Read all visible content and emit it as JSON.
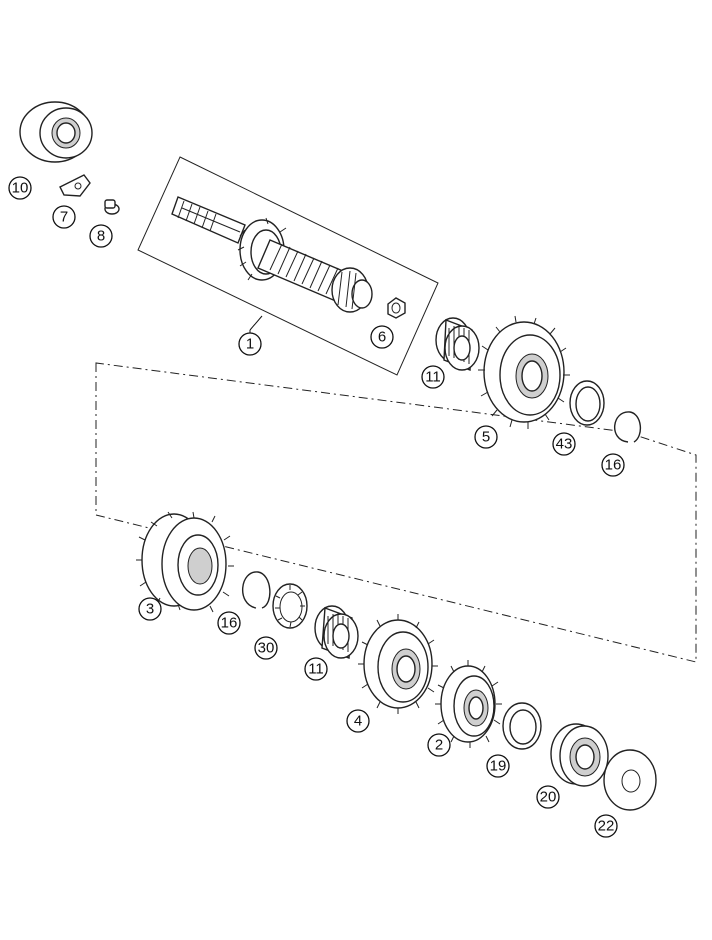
{
  "callouts": {
    "c1": "1",
    "c2": "2",
    "c3": "3",
    "c4": "4",
    "c5": "5",
    "c6": "6",
    "c7": "7",
    "c8": "8",
    "c10": "10",
    "c11a": "11",
    "c11b": "11",
    "c16a": "16",
    "c16b": "16",
    "c19": "19",
    "c20": "20",
    "c22": "22",
    "c30": "30",
    "c43": "43"
  }
}
